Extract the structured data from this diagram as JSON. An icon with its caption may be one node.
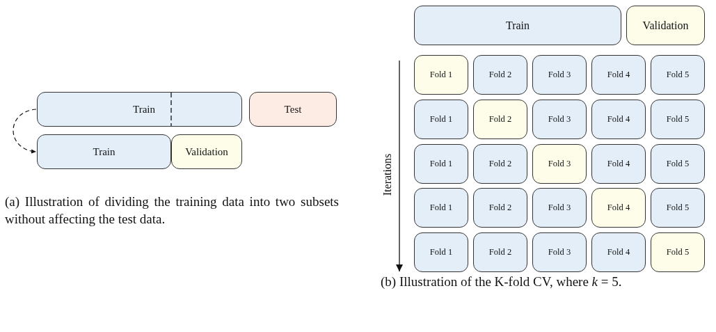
{
  "diagram": {
    "nodes": [
      {
        "text": [
          "Train"
        ]
      },
      {
        "text": [
          "Test"
        ]
      },
      {
        "text": [
          "Train"
        ]
      },
      {
        "text": [
          "Validation"
        ]
      },
      {
        "text": [
          "Train"
        ]
      },
      {
        "text": [
          "Validation"
        ]
      },
      {
        "text": [
          "Fold 1"
        ]
      },
      {
        "text": [
          "Fold 2"
        ]
      },
      {
        "text": [
          "Fold 3"
        ]
      },
      {
        "text": [
          "Fold 4"
        ]
      },
      {
        "text": [
          "Fold 5"
        ]
      },
      {
        "text": [
          "Fold 1"
        ]
      },
      {
        "text": [
          "Fold 2"
        ]
      },
      {
        "text": [
          "Fold 3"
        ]
      },
      {
        "text": [
          "Fold 4"
        ]
      },
      {
        "text": [
          "Fold 5"
        ]
      },
      {
        "text": [
          "Fold 1"
        ]
      },
      {
        "text": [
          "Fold 2"
        ]
      },
      {
        "text": [
          "Fold 3"
        ]
      },
      {
        "text": [
          "Fold 4"
        ]
      },
      {
        "text": [
          "Fold 5"
        ]
      },
      {
        "text": [
          "Fold 1"
        ]
      },
      {
        "text": [
          "Fold 2"
        ]
      },
      {
        "text": [
          "Fold 3"
        ]
      },
      {
        "text": [
          "Fold 4"
        ]
      },
      {
        "text": [
          "Fold 5"
        ]
      },
      {
        "text": [
          "Fold 1"
        ]
      },
      {
        "text": [
          "Fold 2"
        ]
      },
      {
        "text": [
          "Fold 3"
        ]
      },
      {
        "text": [
          "Fold 4"
        ]
      },
      {
        "text": [
          "Fold 5"
        ]
      }
    ],
    "edges": [
      {
        "from": 0,
        "to": 2,
        "arrow": "to",
        "style": "dashed"
      }
    ],
    "labels": [
      "Iterations",
      "(a) Illustration of dividing the training data into two subsets without affecting the test data.",
      "(b) Illustration of the K-fold CV, where *k* = 5."
    ]
  }
}
